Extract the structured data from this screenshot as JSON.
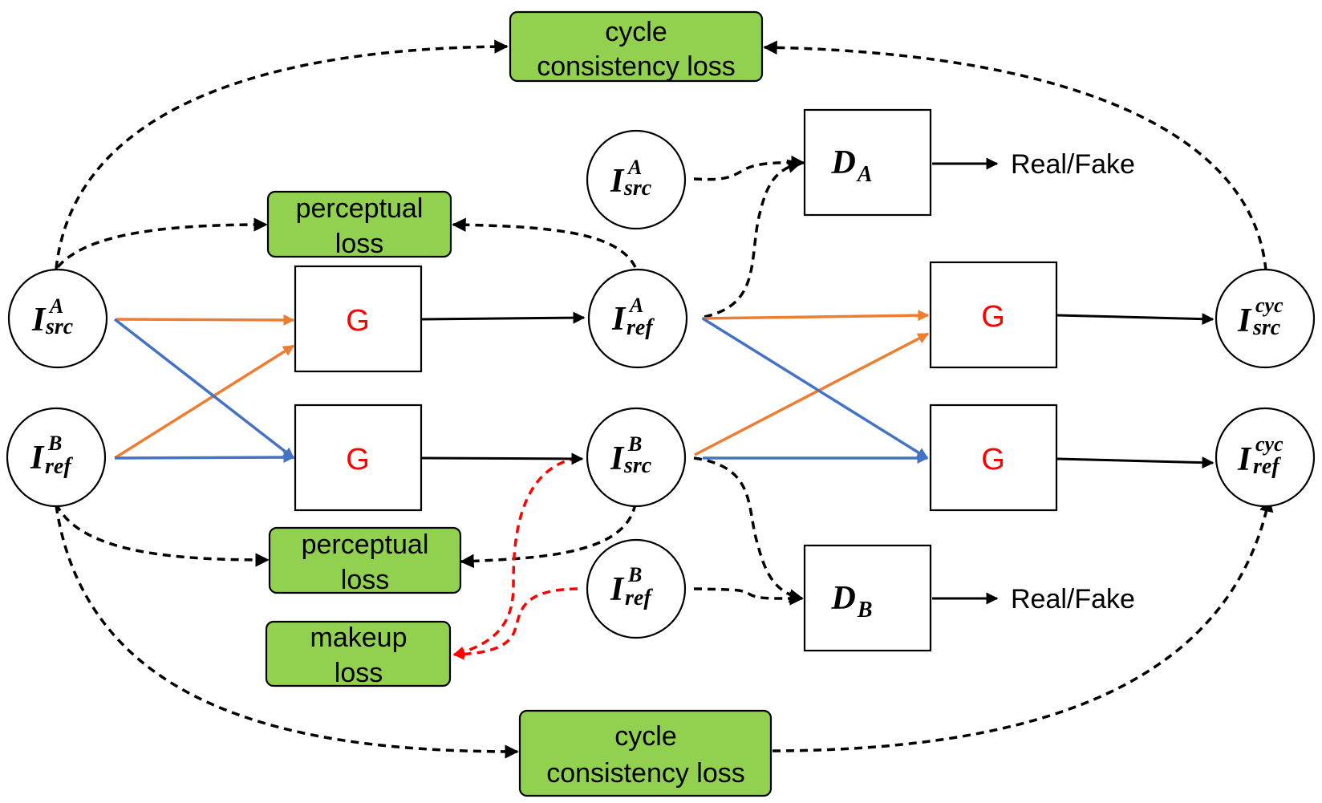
{
  "loss_boxes": {
    "cycle_top": [
      "cycle",
      "consistency loss"
    ],
    "perceptual_top": [
      "perceptual",
      "loss"
    ],
    "perceptual_bottom": [
      "perceptual",
      "loss"
    ],
    "makeup": [
      "makeup",
      "loss"
    ],
    "cycle_bottom": [
      "cycle",
      "consistency loss"
    ]
  },
  "generators": {
    "g1": "G",
    "g2": "G",
    "g3": "G",
    "g4": "G"
  },
  "discriminators": {
    "da": {
      "main": "D",
      "sub": "A"
    },
    "db": {
      "main": "D",
      "sub": "B"
    }
  },
  "outputs": {
    "rf_a": "Real/Fake",
    "rf_b": "Real/Fake"
  },
  "nodes": {
    "src_a": {
      "main": "I",
      "sup": "A",
      "sub": "src"
    },
    "ref_b": {
      "main": "I",
      "sup": "B",
      "sub": "ref"
    },
    "src_a_top": {
      "main": "I",
      "sup": "A",
      "sub": "src"
    },
    "ref_a": {
      "main": "I",
      "sup": "A",
      "sub": "ref"
    },
    "src_b": {
      "main": "I",
      "sup": "B",
      "sub": "src"
    },
    "ref_b_mid": {
      "main": "I",
      "sup": "B",
      "sub": "ref"
    },
    "cyc_src": {
      "main": "I",
      "sup": "cyc",
      "sub": "src"
    },
    "cyc_ref": {
      "main": "I",
      "sup": "cyc",
      "sub": "ref"
    }
  },
  "colors": {
    "loss_fill": "#92d050",
    "generator_label": "#ff0000",
    "orange_edge": "#ed7d31",
    "blue_edge": "#4472c4",
    "makeup_edge": "#ff0000"
  }
}
